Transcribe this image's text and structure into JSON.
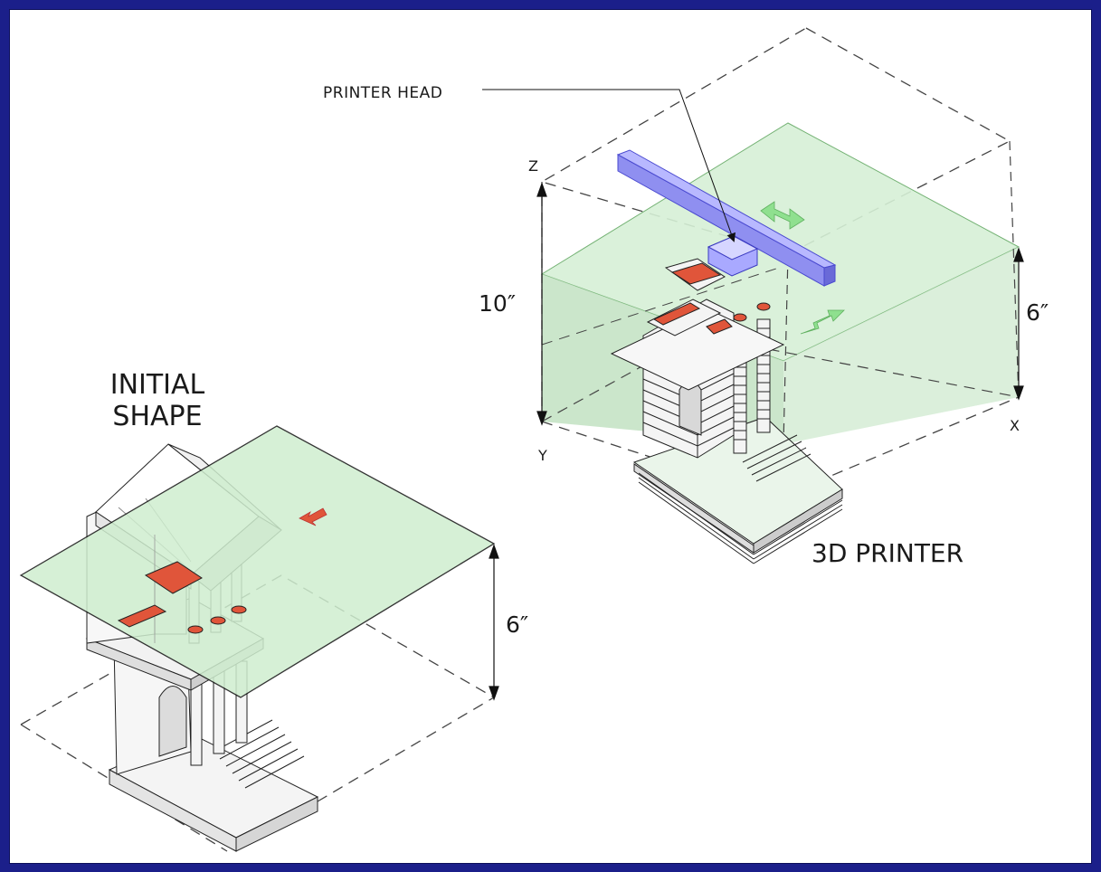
{
  "labels": {
    "printer_head": "PRINTER HEAD",
    "axis_z": "Z",
    "axis_y": "Y",
    "axis_x": "X",
    "dim_height_total": "10″",
    "dim_height_right": "6″",
    "dim_height_left": "6″",
    "initial_shape": "INITIAL SHAPE",
    "printer_caption": "3D PRINTER"
  },
  "colors": {
    "background_border": "#1b1f8a",
    "slice_plane": "#cfeecf",
    "print_volume_fill": "#c4e3c4",
    "printer_head": "#8f8ff0",
    "cut_section": "#e0553a",
    "motion_arrow": "#8fe08f"
  }
}
